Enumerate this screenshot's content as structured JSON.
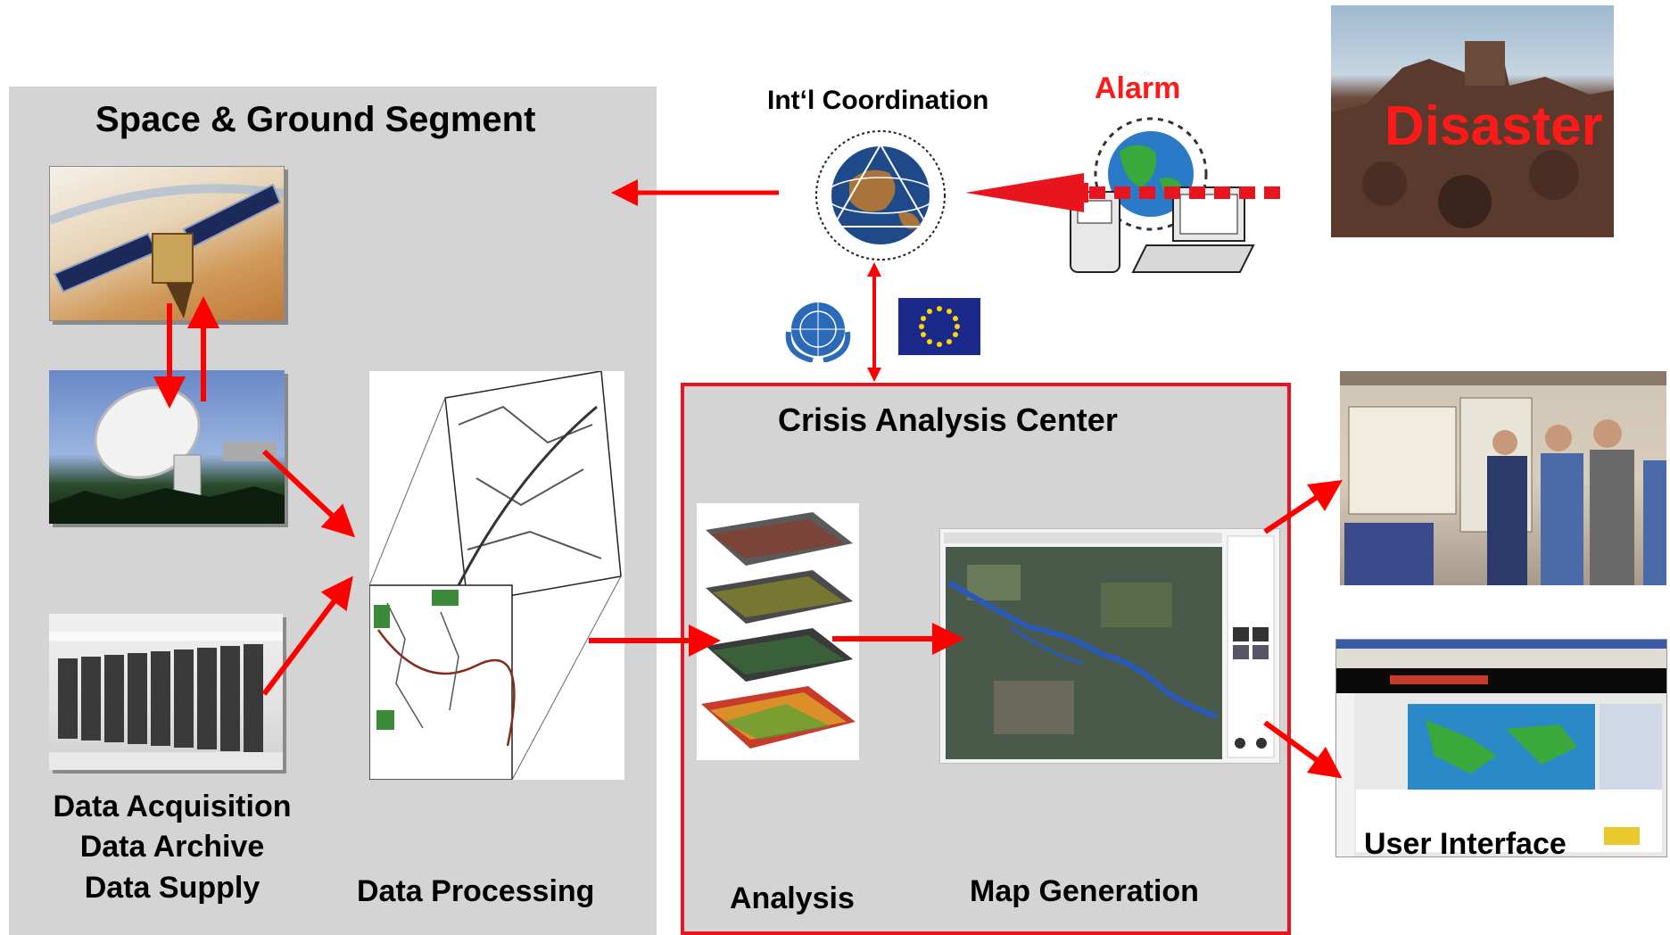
{
  "space_ground": {
    "title": "Space & Ground Segment",
    "acquisition_lines": [
      "Data Acquisition",
      "Data Archive",
      "Data Supply"
    ],
    "processing_label": "Data Processing"
  },
  "coordination": {
    "label": "Int‘l Coordination"
  },
  "alarm": {
    "label": "Alarm"
  },
  "disaster": {
    "label": "Disaster"
  },
  "crisis_center": {
    "title": "Crisis Analysis Center",
    "analysis_label": "Analysis",
    "map_label": "Map Generation"
  },
  "user_interface": {
    "label": "User Interface"
  },
  "colors": {
    "arrow": "#ff0000",
    "panel": "#d4d4d4",
    "crisis_border": "#e8141e",
    "disaster_text": "#ff1a1a",
    "alarm_text": "#ff1a1a"
  }
}
